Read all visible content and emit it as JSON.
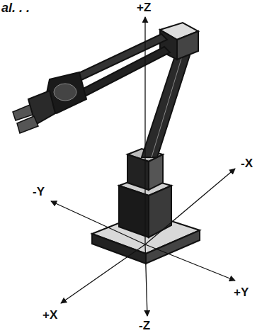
{
  "diagram": {
    "labels": [
      "al. . .",
      "+Z",
      "-X",
      "-Y",
      "+Y",
      "+X",
      "-Z"
    ]
  }
}
